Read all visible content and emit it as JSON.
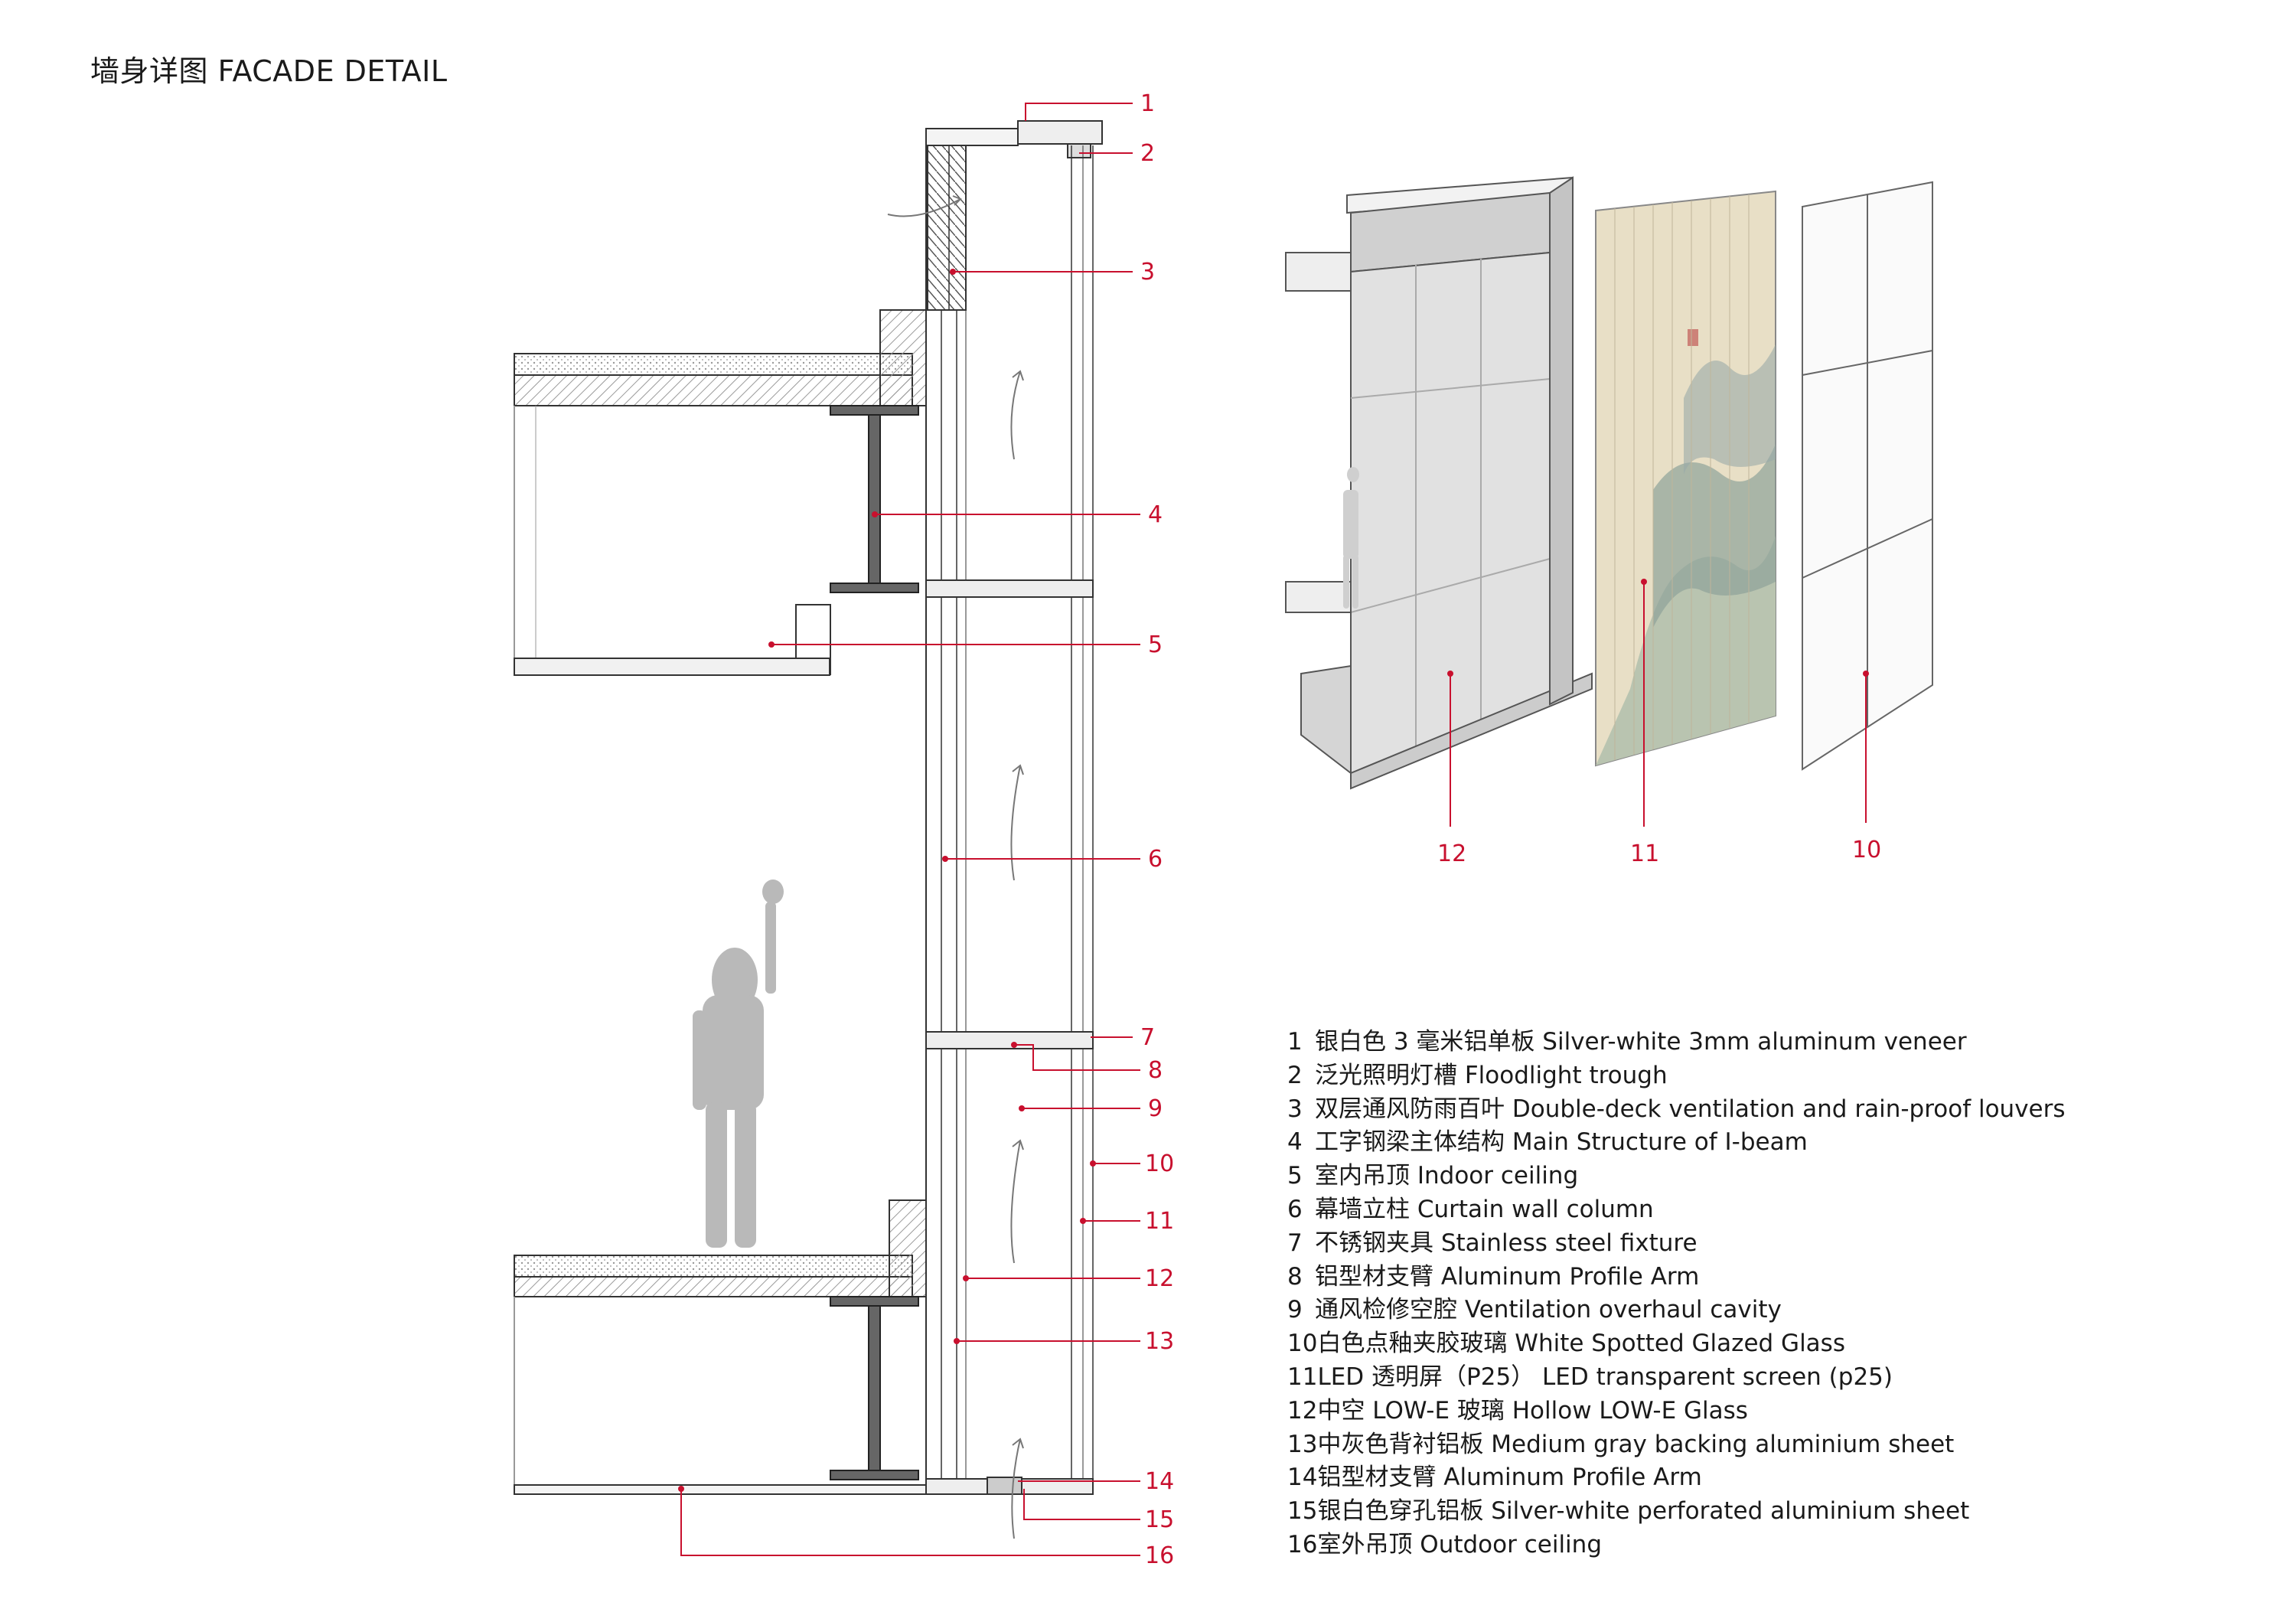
{
  "title": "墙身详图 FACADE DETAIL",
  "colors": {
    "callout": "#c8102e",
    "line": "#333333",
    "hatch": "#bbbbbb",
    "figure": "#b9b9b9"
  },
  "callouts": {
    "c1": "1",
    "c2": "2",
    "c3": "3",
    "c4": "4",
    "c5": "5",
    "c6": "6",
    "c7": "7",
    "c8": "8",
    "c9": "9",
    "c10": "10",
    "c11": "11",
    "c12": "12",
    "c13": "13",
    "c14": "14",
    "c15": "15",
    "c16": "16",
    "e12": "12",
    "e11": "11",
    "e10": "10"
  },
  "legend": [
    {
      "num": "1",
      "text": "银白色 3 毫米铝单板  Silver-white 3mm aluminum veneer"
    },
    {
      "num": "2",
      "text": "泛光照明灯槽  Floodlight trough"
    },
    {
      "num": "3",
      "text": "双层通风防雨百叶 Double-deck ventilation and rain-proof louvers"
    },
    {
      "num": "4",
      "text": "工字钢梁主体结构  Main Structure of I-beam"
    },
    {
      "num": "5",
      "text": "室内吊顶  Indoor ceiling"
    },
    {
      "num": "6",
      "text": "幕墙立柱  Curtain wall column"
    },
    {
      "num": "7",
      "text": "不锈钢夹具  Stainless steel fixture"
    },
    {
      "num": "8",
      "text": "铝型材支臂  Aluminum Profile Arm"
    },
    {
      "num": "9",
      "text": "通风检修空腔 Ventilation overhaul cavity"
    },
    {
      "num": "10",
      "text": "白色点釉夹胶玻璃  White Spotted Glazed Glass"
    },
    {
      "num": "11",
      "text": "LED 透明屏（P25）  LED transparent screen (p25)"
    },
    {
      "num": "12",
      "text": "中空 LOW-E 玻璃  Hollow LOW-E Glass"
    },
    {
      "num": "13",
      "text": "中灰色背衬铝板  Medium gray backing aluminium sheet"
    },
    {
      "num": "14",
      "text": "铝型材支臂 Aluminum Profile Arm"
    },
    {
      "num": "15",
      "text": "银白色穿孔铝板 Silver-white perforated aluminium sheet"
    },
    {
      "num": "16",
      "text": "室外吊顶 Outdoor ceiling"
    }
  ]
}
